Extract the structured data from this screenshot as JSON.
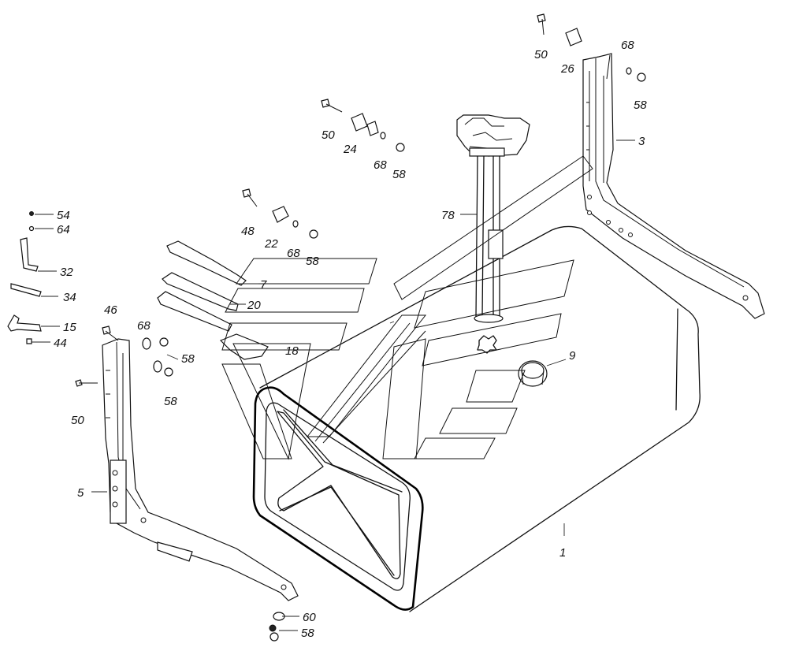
{
  "labels": {
    "l1": "1",
    "l3": "3",
    "l5": "5",
    "l7": "7",
    "l9": "9",
    "l15": "15",
    "l18": "18",
    "l20": "20",
    "l22": "22",
    "l24": "24",
    "l26": "26",
    "l32": "32",
    "l34": "34",
    "l44": "44",
    "l46": "46",
    "l48": "48",
    "l50a": "50",
    "l50b": "50",
    "l50c": "50",
    "l54": "54",
    "l58a": "58",
    "l58b": "58",
    "l58c": "58",
    "l58d": "58",
    "l58e": "58",
    "l58f": "58",
    "l60": "60",
    "l64": "64",
    "l68a": "68",
    "l68b": "68",
    "l68c": "68",
    "l68d": "68",
    "l78": "78"
  }
}
